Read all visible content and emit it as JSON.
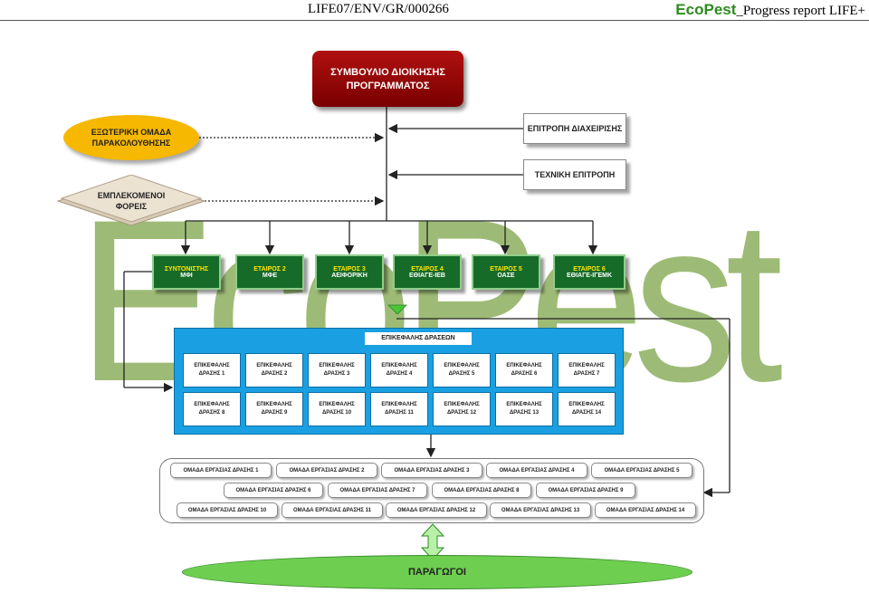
{
  "header": {
    "doc_id": "LIFE07/ENV/GR/000266",
    "brand": "EcoPest",
    "suffix": "_Progress report LIFE+"
  },
  "watermark": "EcoPest",
  "board": [
    "ΣΥΜΒΟΥΛΙΟ ΔΙΟΙΚΗΣΗΣ",
    "ΠΡΟΓΡΑΜΜΑΤΟΣ"
  ],
  "external_group": [
    "ΕΞΩΤΕΡΙΚΗ ΟΜΑΔΑ",
    "ΠΑΡΑΚΟΛΟΥΘΗΣΗΣ"
  ],
  "stakeholders": [
    "ΕΜΠΛΕΚΟΜΕΝΟΙ",
    "ΦΟΡΕΙΣ"
  ],
  "management_committee": "ΕΠΙΤΡΟΠΗ ΔΙΑΧΕΙΡΙΣΗΣ",
  "technical_committee": "ΤΕΧΝΙΚΗ ΕΠΙΤΡΟΠΗ",
  "partners": [
    {
      "role": "ΣΥΝΤΟΝΙΣΤΗΣ",
      "name": "ΜΦΙ"
    },
    {
      "role": "ΕΤΑΙΡΟΣ 2",
      "name": "ΜΦΕ"
    },
    {
      "role": "ΕΤΑΙΡΟΣ 3",
      "name": "ΑΕΙΦΟΡΙΚΗ"
    },
    {
      "role": "ΕΤΑΙΡΟΣ 4",
      "name": "ΕΘΙΑΓΕ-ΙΕΒ"
    },
    {
      "role": "ΕΤΑΙΡΟΣ 5",
      "name": "ΟΑΣΕ"
    },
    {
      "role": "ΕΤΑΙΡΟΣ 6",
      "name": "ΕΘΙΑΓΕ-ΙΓΕΜΚ"
    }
  ],
  "action_heads_title": "ΕΠΙΚΕΦΑΛΗΣ ΔΡΑΣΕΩΝ",
  "action_heads": [
    [
      "ΕΠΙΚΕΦΑΛΗΣ",
      "ΔΡΑΣΗΣ 1"
    ],
    [
      "ΕΠΙΚΕΦΑΛΗΣ",
      "ΔΡΑΣΗΣ 2"
    ],
    [
      "ΕΠΙΚΕΦΑΛΗΣ",
      "ΔΡΑΣΗΣ 3"
    ],
    [
      "ΕΠΙΚΕΦΑΛΗΣ",
      "ΔΡΑΣΗΣ 4"
    ],
    [
      "ΕΠΙΚΕΦΑΛΗΣ",
      "ΔΡΑΣΗΣ 5"
    ],
    [
      "ΕΠΙΚΕΦΑΛΗΣ",
      "ΔΡΑΣΗΣ 6"
    ],
    [
      "ΕΠΙΚΕΦΑΛΗΣ",
      "ΔΡΑΣΗΣ 7"
    ],
    [
      "ΕΠΙΚΕΦΑΛΗΣ",
      "ΔΡΑΣΗΣ 8"
    ],
    [
      "ΕΠΙΚΕΦΑΛΗΣ",
      "ΔΡΑΣΗΣ 9"
    ],
    [
      "ΕΠΙΚΕΦΑΛΗΣ",
      "ΔΡΑΣΗΣ 10"
    ],
    [
      "ΕΠΙΚΕΦΑΛΗΣ",
      "ΔΡΑΣΗΣ 11"
    ],
    [
      "ΕΠΙΚΕΦΑΛΗΣ",
      "ΔΡΑΣΗΣ 12"
    ],
    [
      "ΕΠΙΚΕΦΑΛΗΣ",
      "ΔΡΑΣΗΣ 13"
    ],
    [
      "ΕΠΙΚΕΦΑΛΗΣ",
      "ΔΡΑΣΗΣ 14"
    ]
  ],
  "work_groups": [
    "ΟΜΑΔΑ ΕΡΓΑΣΙΑΣ ΔΡΑΣΗΣ 1",
    "ΟΜΑΔΑ ΕΡΓΑΣΙΑΣ ΔΡΑΣΗΣ 2",
    "ΟΜΑΔΑ ΕΡΓΑΣΙΑΣ ΔΡΑΣΗΣ 3",
    "ΟΜΑΔΑ ΕΡΓΑΣΙΑΣ ΔΡΑΣΗΣ 4",
    "ΟΜΑΔΑ ΕΡΓΑΣΙΑΣ ΔΡΑΣΗΣ 5",
    "ΟΜΑΔΑ ΕΡΓΑΣΙΑΣ ΔΡΑΣΗΣ 6",
    "ΟΜΑΔΑ ΕΡΓΑΣΙΑΣ ΔΡΑΣΗΣ 7",
    "ΟΜΑΔΑ ΕΡΓΑΣΙΑΣ ΔΡΑΣΗΣ 8",
    "ΟΜΑΔΑ ΕΡΓΑΣΙΑΣ ΔΡΑΣΗΣ 9",
    "ΟΜΑΔΑ ΕΡΓΑΣΙΑΣ ΔΡΑΣΗΣ 10",
    "ΟΜΑΔΑ ΕΡΓΑΣΙΑΣ ΔΡΑΣΗΣ 11",
    "ΟΜΑΔΑ ΕΡΓΑΣΙΑΣ ΔΡΑΣΗΣ 12",
    "ΟΜΑΔΑ ΕΡΓΑΣΙΑΣ ΔΡΑΣΗΣ 13",
    "ΟΜΑΔΑ ΕΡΓΑΣΙΑΣ ΔΡΑΣΗΣ 14"
  ],
  "producers": "ΠΑΡΑΓΩΓΟΙ",
  "colors": {
    "board": "#9b0b0b",
    "partner_fill": "#176b28",
    "partner_text": "#ffe600",
    "action_panel": "#1aa0e2",
    "producers": "#6ece50",
    "external_group": "#f6b800",
    "stakeholders": "#e8dcc8",
    "watermark": "#8cb05f"
  }
}
